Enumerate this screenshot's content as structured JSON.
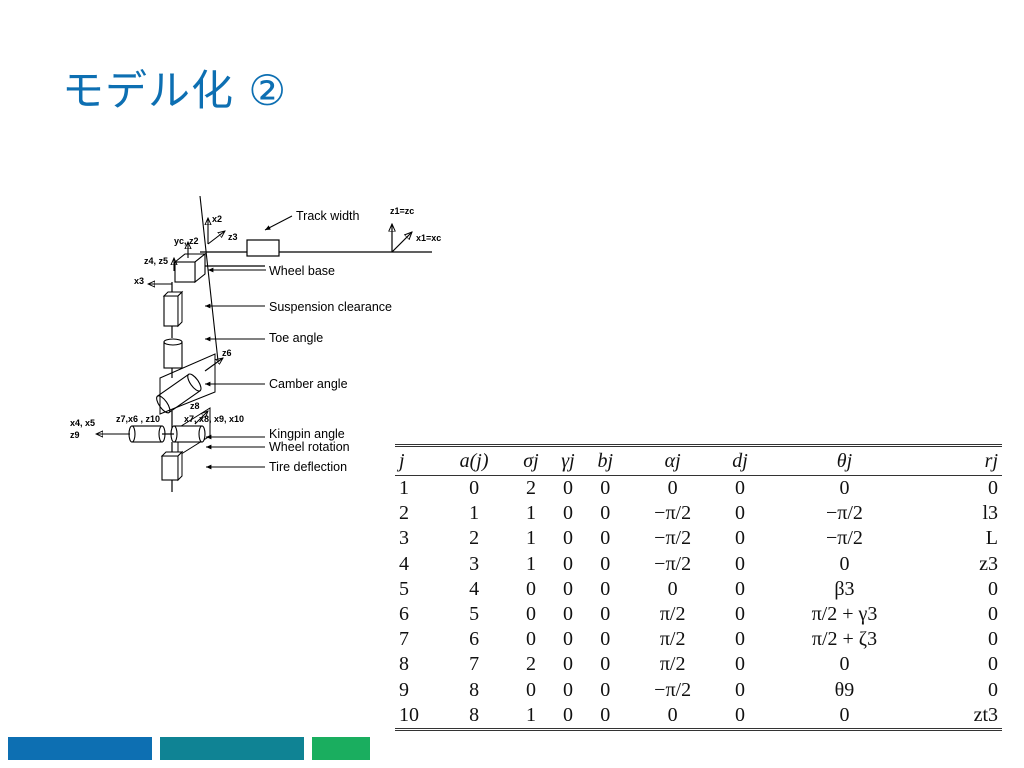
{
  "slide": {
    "title": "モデル化 ②"
  },
  "diagram": {
    "labels": {
      "track_width": "Track width",
      "wheel_base": "Wheel base",
      "suspension_clearance": "Suspension clearance",
      "toe_angle": "Toe angle",
      "camber_angle": "Camber angle",
      "kingpin_angle": "Kingpin angle",
      "wheel_rotation": "Wheel rotation",
      "tire_deflection": "Tire deflection"
    },
    "axes": {
      "x2": "x2",
      "z3": "z3",
      "yc_z2": "yc, z2",
      "z4_z5": "z4, z5",
      "x3": "x3",
      "z6": "z6",
      "z8": "z8",
      "z7_x6_z10": "z7,x6 , z10",
      "x7_x8_x9_x10": "x7, x8, x9, x10",
      "x4_x5": "x4, x5",
      "z9": "z9",
      "z1_zc": "z1=zc",
      "x1_xc": "x1=xc"
    }
  },
  "table": {
    "headers": [
      "j",
      "a(j)",
      "σj",
      "γj",
      "bj",
      "αj",
      "dj",
      "θj",
      "rj"
    ],
    "rows": [
      [
        "1",
        "0",
        "2",
        "0",
        "0",
        "0",
        "0",
        "0",
        "0"
      ],
      [
        "2",
        "1",
        "1",
        "0",
        "0",
        "−π/2",
        "0",
        "−π/2",
        "l3"
      ],
      [
        "3",
        "2",
        "1",
        "0",
        "0",
        "−π/2",
        "0",
        "−π/2",
        "L"
      ],
      [
        "4",
        "3",
        "1",
        "0",
        "0",
        "−π/2",
        "0",
        "0",
        "z3"
      ],
      [
        "5",
        "4",
        "0",
        "0",
        "0",
        "0",
        "0",
        "β3",
        "0"
      ],
      [
        "6",
        "5",
        "0",
        "0",
        "0",
        "π/2",
        "0",
        "π/2 + γ3",
        "0"
      ],
      [
        "7",
        "6",
        "0",
        "0",
        "0",
        "π/2",
        "0",
        "π/2 + ζ3",
        "0"
      ],
      [
        "8",
        "7",
        "2",
        "0",
        "0",
        "π/2",
        "0",
        "0",
        "0"
      ],
      [
        "9",
        "8",
        "0",
        "0",
        "0",
        "−π/2",
        "0",
        "θ9",
        "0"
      ],
      [
        "10",
        "8",
        "1",
        "0",
        "0",
        "0",
        "0",
        "0",
        "zt3"
      ]
    ]
  },
  "footer": {
    "colors": [
      "#0d6fb2",
      "#0f8394",
      "#1aae5f"
    ]
  }
}
